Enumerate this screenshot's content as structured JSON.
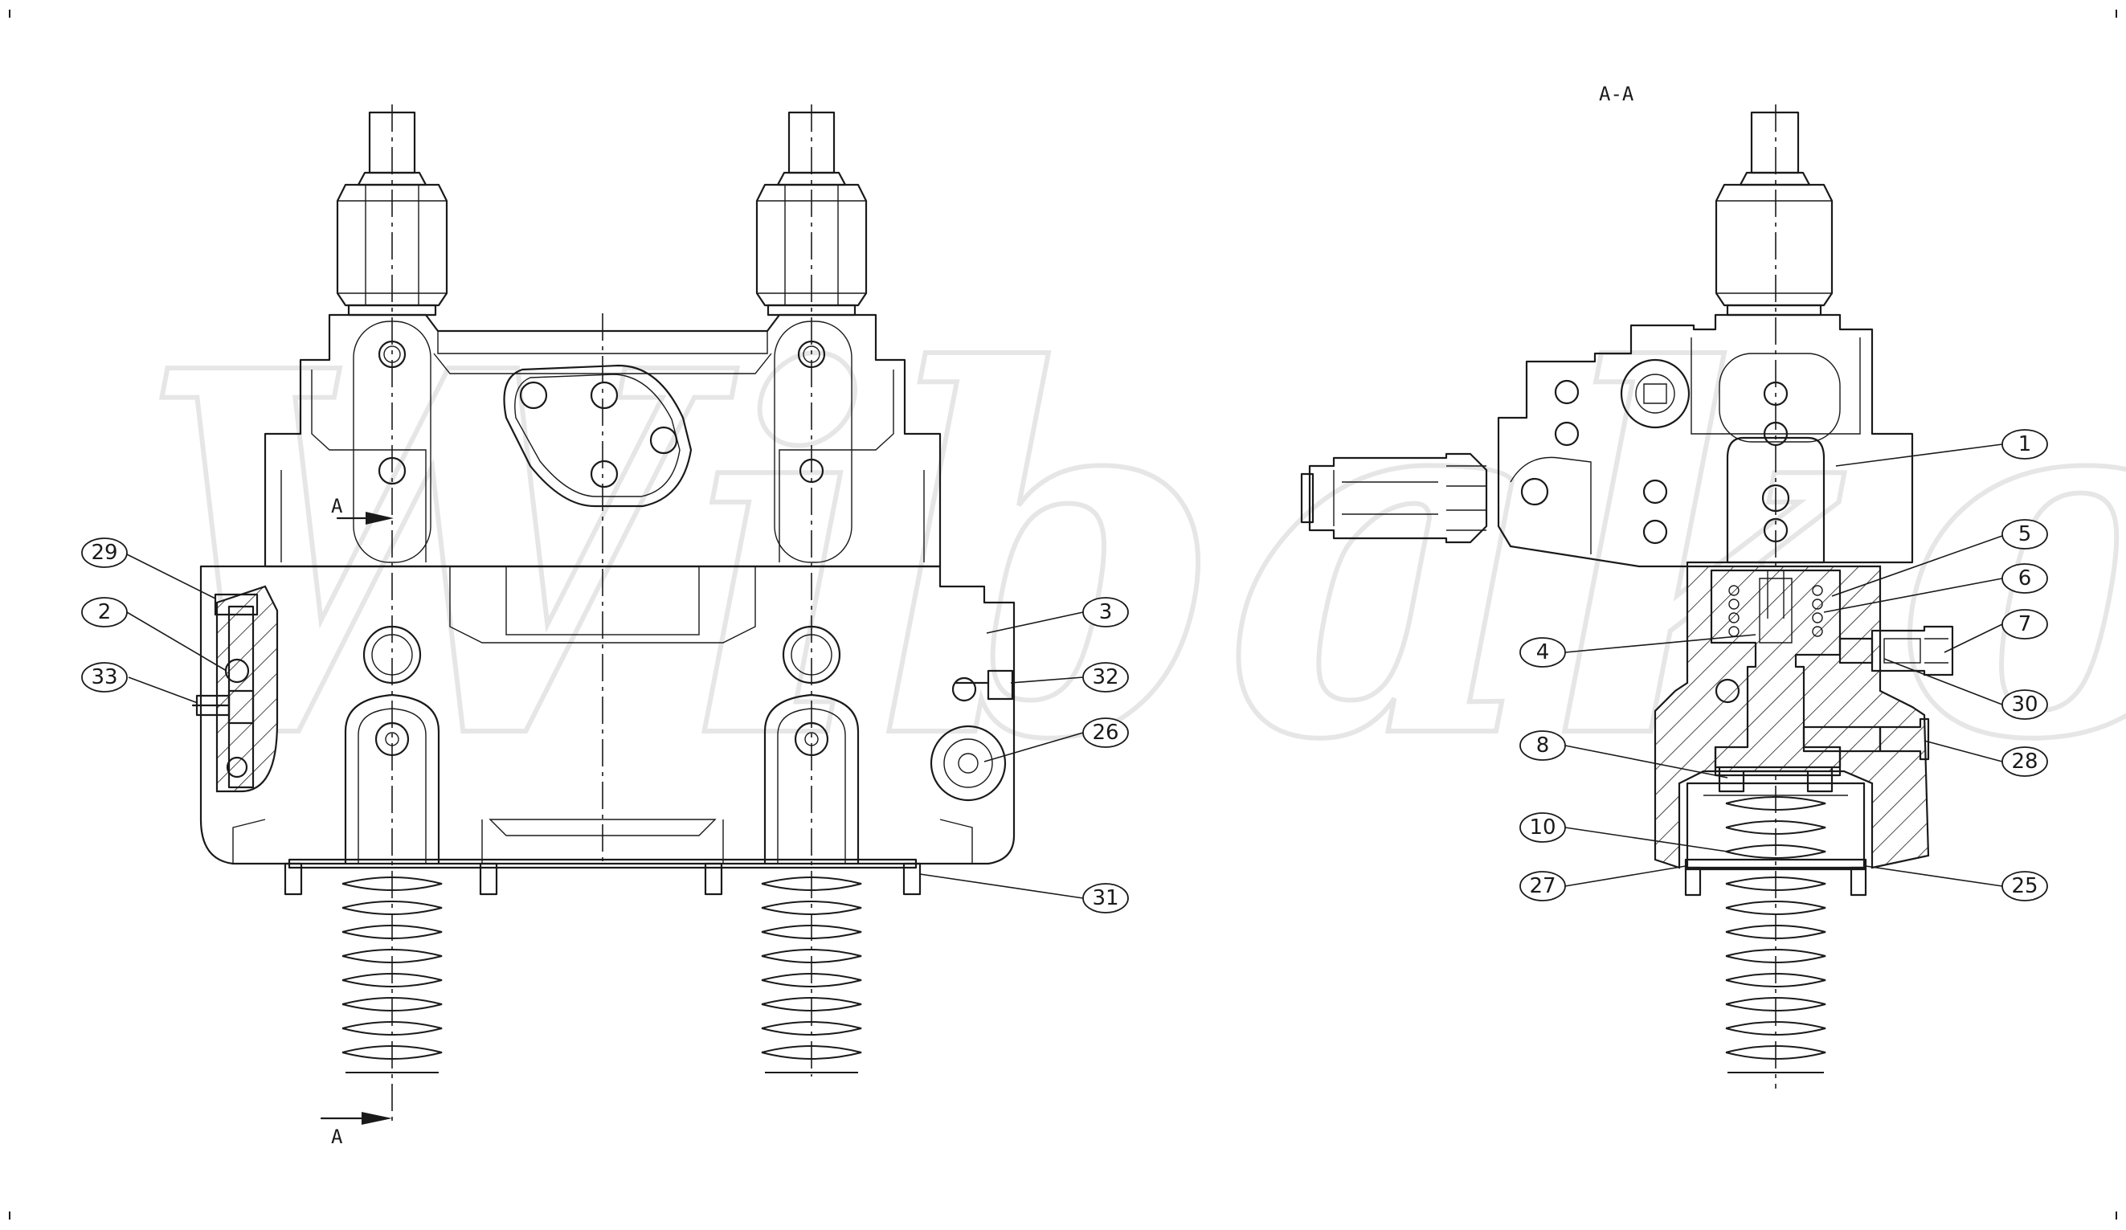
{
  "watermark": "Wibako",
  "section_label": "A-A",
  "cut_marks": [
    {
      "label": "A"
    },
    {
      "label": "A"
    }
  ],
  "balloons": {
    "left_view": [
      {
        "id": "29"
      },
      {
        "id": "2"
      },
      {
        "id": "33"
      },
      {
        "id": "3"
      },
      {
        "id": "32"
      },
      {
        "id": "26"
      },
      {
        "id": "31"
      }
    ],
    "section_view": [
      {
        "id": "1"
      },
      {
        "id": "5"
      },
      {
        "id": "6"
      },
      {
        "id": "4"
      },
      {
        "id": "7"
      },
      {
        "id": "30"
      },
      {
        "id": "8"
      },
      {
        "id": "28"
      },
      {
        "id": "10"
      },
      {
        "id": "27"
      },
      {
        "id": "25"
      }
    ]
  }
}
